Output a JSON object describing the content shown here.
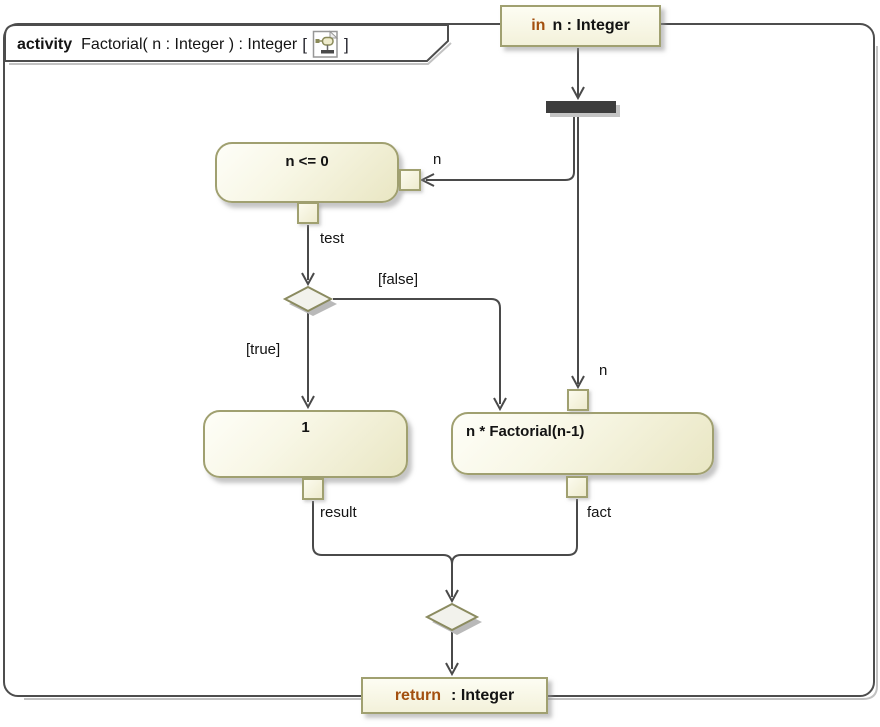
{
  "header": {
    "keyword": "activity",
    "title": "Factorial( n : Integer ) : Integer",
    "bracket_open": "[",
    "bracket_close": "]",
    "icon": "activity-diagram-icon"
  },
  "nodes": {
    "param_in": {
      "keyword": "in",
      "rest": "n : Integer"
    },
    "action_test": {
      "label": "n <= 0"
    },
    "action_true": {
      "label": "1"
    },
    "action_false": {
      "label": "n * Factorial(n-1)"
    },
    "param_return": {
      "keyword": "return",
      "rest": ": Integer"
    },
    "fork": "fork-bar",
    "decision": "decision-diamond",
    "merge": "merge-diamond"
  },
  "edge_labels": {
    "pin_n_right": "n",
    "test": "test",
    "guard_false": "[false]",
    "guard_true": "[true]",
    "result": "result",
    "fact": "fact",
    "pin_n_top": "n"
  },
  "colors": {
    "frame_border": "#4d4d4d",
    "edge": "#4a4a4a",
    "node_border": "#a0a070",
    "node_fill_light": "#fefef8",
    "node_fill_dark": "#e9e6c3",
    "keyword_text": "#a3500f",
    "fork_fill": "#3d3d3d",
    "diamond_fill": "#f2f2ec",
    "shadow": "#bdbdbd",
    "text": "#131313"
  }
}
